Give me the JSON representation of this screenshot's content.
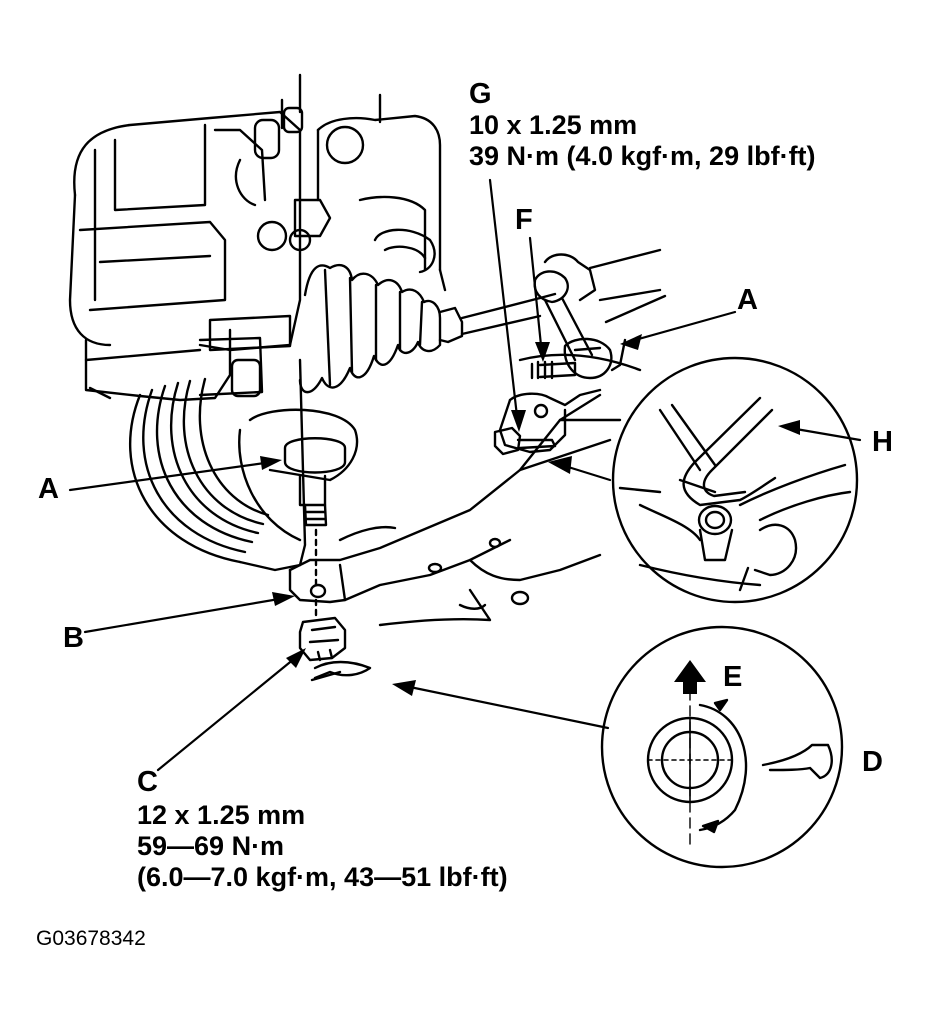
{
  "callouts": {
    "g": {
      "letter": "G",
      "lines": [
        "10 x 1.25 mm",
        "39 N·m (4.0 kgf·m, 29 lbf·ft)"
      ]
    },
    "f": {
      "letter": "F"
    },
    "a_right": {
      "letter": "A"
    },
    "a_left": {
      "letter": "A"
    },
    "h": {
      "letter": "H"
    },
    "b": {
      "letter": "B"
    },
    "e": {
      "letter": "E"
    },
    "d": {
      "letter": "D"
    },
    "c": {
      "letter": "C",
      "lines": [
        "12 x 1.25 mm",
        "59—69 N·m",
        "(6.0—7.0 kgf·m, 43—51 lbf·ft)"
      ]
    }
  },
  "figure_id": "G03678342",
  "colors": {
    "ink": "#000000",
    "paper": "#ffffff"
  },
  "icons": [
    "arrow-up-icon"
  ]
}
